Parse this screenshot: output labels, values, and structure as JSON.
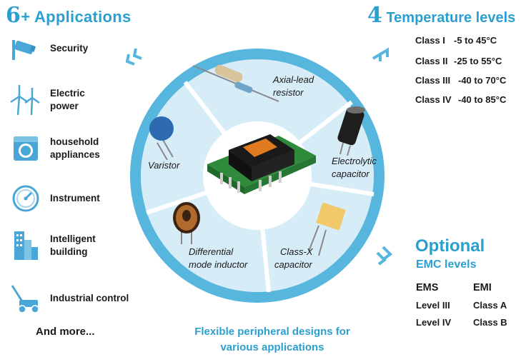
{
  "applications": {
    "count": "6",
    "count_suffix": "+",
    "title": "Applications",
    "items": [
      {
        "label": "Security",
        "icon": "security-camera-icon"
      },
      {
        "label": "Electric power",
        "icon": "wind-turbine-icon"
      },
      {
        "label": "household appliances",
        "icon": "washing-machine-icon"
      },
      {
        "label": "Instrument",
        "icon": "gauge-icon"
      },
      {
        "label": "Intelligent building",
        "icon": "building-icon"
      },
      {
        "label": "Industrial control",
        "icon": "lawn-mower-icon"
      }
    ],
    "more": "And more..."
  },
  "temperature": {
    "count": "4",
    "title": "Temperature levels",
    "classes": [
      {
        "name": "Class I",
        "range": "-5 to 45°C"
      },
      {
        "name": "Class II",
        "range": "-25 to 55°C"
      },
      {
        "name": "Class III",
        "range": "-40 to 70°C"
      },
      {
        "name": "Class IV",
        "range": "-40 to 85°C"
      }
    ]
  },
  "emc": {
    "title": "Optional",
    "subtitle": "EMC levels",
    "ems_header": "EMS",
    "emi_header": "EMI",
    "ems_levels": [
      "Level III",
      "Level IV"
    ],
    "emi_classes": [
      "Class A",
      "Class B"
    ]
  },
  "wheel": {
    "segments": [
      "Axial-lead resistor",
      "Electrolytic capacitor",
      "Class-X capacitor",
      "Differential mode inductor",
      "Varistor"
    ]
  },
  "caption": {
    "line1": "Flexible peripheral designs for",
    "line2": "various applications"
  },
  "colors": {
    "accent": "#2b9fd0",
    "wheel_outer": "#56b6de",
    "wheel_inner": "#d6ecf7"
  }
}
